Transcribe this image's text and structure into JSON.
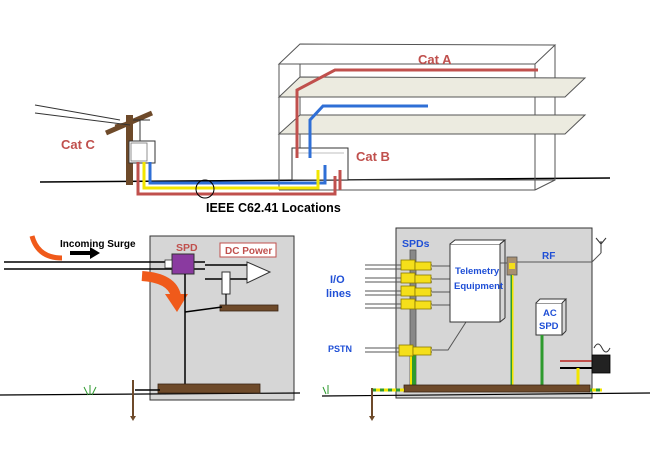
{
  "top": {
    "cat_a": "Cat A",
    "cat_b": "Cat B",
    "cat_c": "Cat C",
    "caption": "IEEE C62.41 Locations"
  },
  "left": {
    "incoming": "Incoming Surge",
    "spd": "SPD",
    "dc_power": "DC Power"
  },
  "right": {
    "spds": "SPDs",
    "telemetry_1": "Telemetry",
    "telemetry_2": "Equipment",
    "rf": "RF",
    "io_1": "I/O",
    "io_2": "lines",
    "ac_spd_1": "AC",
    "ac_spd_2": "SPD",
    "pstn": "PSTN"
  },
  "colors": {
    "cat_red": "#c0504d",
    "cat_blue": "#2f6fd6",
    "label_blue": "#1f4fd6",
    "wire_yellow": "#f2e600",
    "ground_green": "#2e9a2e",
    "spd_yellow": "#f5df1a",
    "panel_gray": "#d6d6d6",
    "bar_brown": "#6e4a2a",
    "surge_orange": "#f05a1a"
  }
}
